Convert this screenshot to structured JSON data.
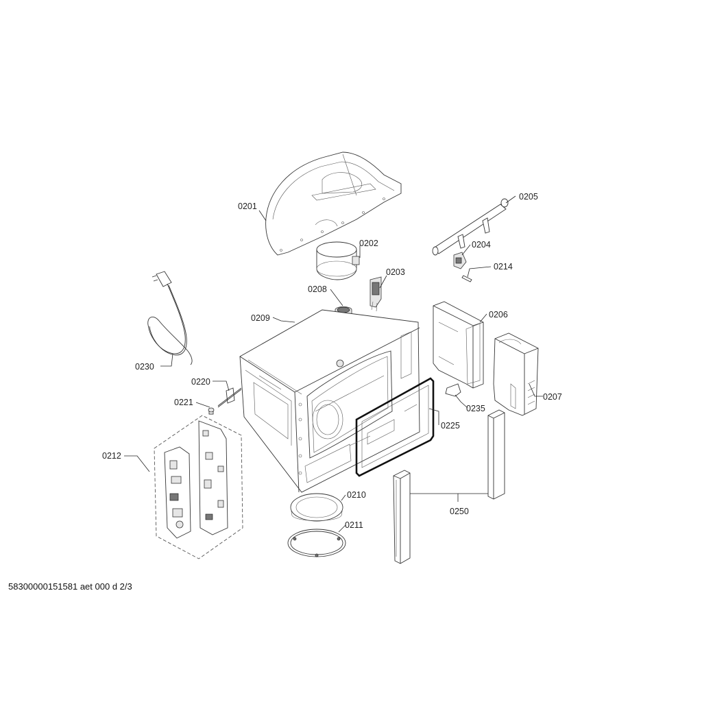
{
  "document_ref": "58300000151581 aet 000 d 2/3",
  "part_labels": [
    {
      "id": "0201",
      "text": "0201"
    },
    {
      "id": "0202",
      "text": "0202"
    },
    {
      "id": "0203",
      "text": "0203"
    },
    {
      "id": "0204",
      "text": "0204"
    },
    {
      "id": "0205",
      "text": "0205"
    },
    {
      "id": "0206",
      "text": "0206"
    },
    {
      "id": "0207",
      "text": "0207"
    },
    {
      "id": "0208",
      "text": "0208"
    },
    {
      "id": "0209",
      "text": "0209"
    },
    {
      "id": "0210",
      "text": "0210"
    },
    {
      "id": "0211",
      "text": "0211"
    },
    {
      "id": "0212",
      "text": "0212"
    },
    {
      "id": "0214",
      "text": "0214"
    },
    {
      "id": "0220",
      "text": "0220"
    },
    {
      "id": "0221",
      "text": "0221"
    },
    {
      "id": "0225",
      "text": "0225"
    },
    {
      "id": "0230",
      "text": "0230"
    },
    {
      "id": "0235",
      "text": "0235"
    },
    {
      "id": "0250",
      "text": "0250"
    }
  ]
}
